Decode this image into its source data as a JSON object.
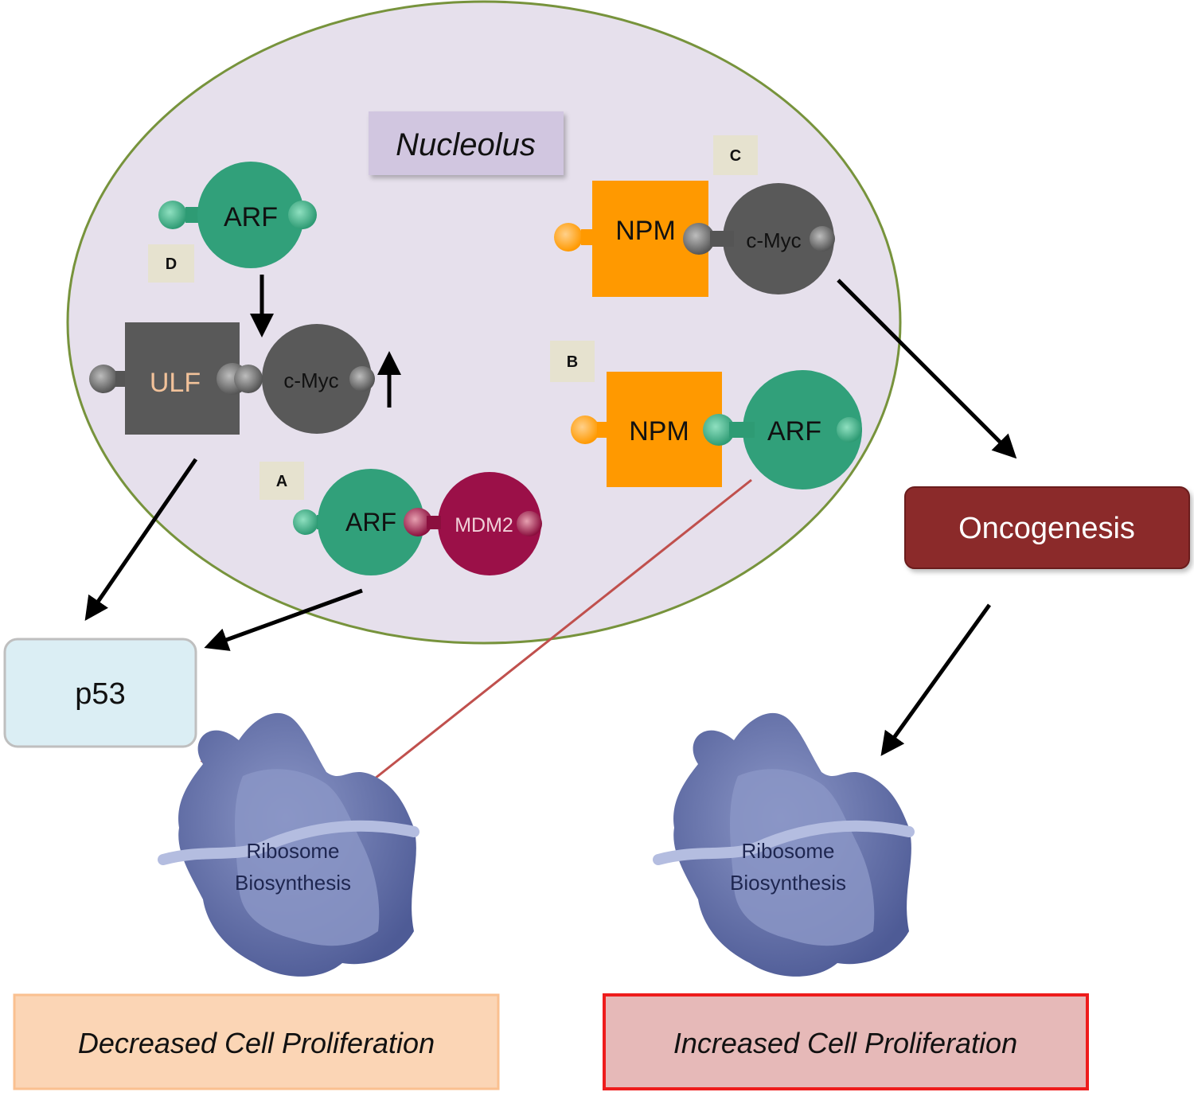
{
  "nucleolus": {
    "label": "Nucleolus"
  },
  "panels": {
    "a": {
      "tag": "A",
      "arf": "ARF",
      "mdm2": "MDM2"
    },
    "b": {
      "tag": "B",
      "npm": "NPM",
      "arf": "ARF"
    },
    "c": {
      "tag": "C",
      "npm": "NPM",
      "cmyc": "c-Myc"
    },
    "d": {
      "tag": "D",
      "arf": "ARF",
      "ulf": "ULF",
      "cmyc": "c-Myc"
    }
  },
  "outcomes": {
    "p53": "p53",
    "oncogenesis": "Oncogenesis",
    "ribosome_left": {
      "line1": "Ribosome",
      "line2": "Biosynthesis"
    },
    "ribosome_right": {
      "line1": "Ribosome",
      "line2": "Biosynthesis"
    },
    "decreased": "Decreased Cell Proliferation",
    "increased": "Increased Cell Proliferation"
  },
  "colors": {
    "nucleolus_fill": "#e6e0ec",
    "nucleolus_stroke": "#77933c",
    "arf": "#31a07a",
    "cmyc": "#595959",
    "ulf": "#595959",
    "npm": "#ff9900",
    "mdm2": "#9b1048",
    "oncogenesis": "#8b2c2c",
    "p53_fill": "#dbeef4",
    "ribosome": "#7a86b8",
    "inhibit": "#c0504d",
    "decreased_fill": "#fbd5b5",
    "increased_fill": "#e6b9b8",
    "increased_border": "#ee1c1c"
  }
}
